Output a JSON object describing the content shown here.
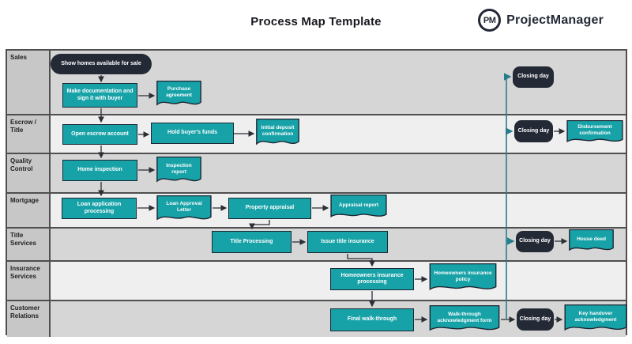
{
  "header": {
    "title": "Process Map Template",
    "brand_initials": "PM",
    "brand_name": "ProjectManager"
  },
  "colors": {
    "teal_shape": "#17a2a8",
    "dark_shape": "#242936",
    "lane_gray": "#d6d6d6",
    "lane_light": "#efefef",
    "label_column": "#c7c7c7",
    "border": "#4f4f4f",
    "connector_dark": "#2c2f36",
    "connector_teal": "#277d8c"
  },
  "lanes": [
    {
      "label": "Sales"
    },
    {
      "label": "Escrow / Title"
    },
    {
      "label": "Quality Control"
    },
    {
      "label": "Mortgage"
    },
    {
      "label": "Title Services"
    },
    {
      "label": "Insurance Services"
    },
    {
      "label": "Customer Relations"
    }
  ],
  "nodes": {
    "show_homes": {
      "label": "Show homes available for sale",
      "type": "terminator"
    },
    "make_documentation": {
      "label": "Make documentation and sign it with buyer",
      "type": "process"
    },
    "purchase_agreement": {
      "label": "Purchase agreement",
      "type": "document"
    },
    "closing_day_sales": {
      "label": "Closing day",
      "type": "terminator"
    },
    "open_escrow": {
      "label": "Open escrow account",
      "type": "process"
    },
    "hold_funds": {
      "label": "Hold buyer's funds",
      "type": "process"
    },
    "initial_deposit": {
      "label": "Initial deposit confirmation",
      "type": "document"
    },
    "closing_day_escrow": {
      "label": "Closing day",
      "type": "terminator"
    },
    "disbursement": {
      "label": "Disbursement confirmation",
      "type": "document"
    },
    "home_inspection": {
      "label": "Home inspection",
      "type": "process"
    },
    "inspection_report": {
      "label": "Inspection report",
      "type": "document"
    },
    "loan_processing": {
      "label": "Loan application processing",
      "type": "process"
    },
    "loan_approval": {
      "label": "Loan Approval Letter",
      "type": "document"
    },
    "property_appraisal": {
      "label": "Property appraisal",
      "type": "process"
    },
    "appraisal_report": {
      "label": "Appraisal report",
      "type": "document"
    },
    "title_processing": {
      "label": "Title Processing",
      "type": "process"
    },
    "issue_title": {
      "label": "Issue title insurance",
      "type": "process"
    },
    "closing_day_title": {
      "label": "Closing day",
      "type": "terminator"
    },
    "house_deed": {
      "label": "House deed",
      "type": "document"
    },
    "homeowners_processing": {
      "label": "Homeowners insurance processing",
      "type": "process"
    },
    "homeowners_policy": {
      "label": "Homeowners insurance policy",
      "type": "document"
    },
    "final_walkthrough": {
      "label": "Final walk-through",
      "type": "process"
    },
    "walkthrough_form": {
      "label": "Walk-through acknowledgment form",
      "type": "document"
    },
    "closing_day_customer": {
      "label": "Closing day",
      "type": "terminator"
    },
    "key_handover": {
      "label": "Key handover acknowledgment",
      "type": "document"
    }
  }
}
